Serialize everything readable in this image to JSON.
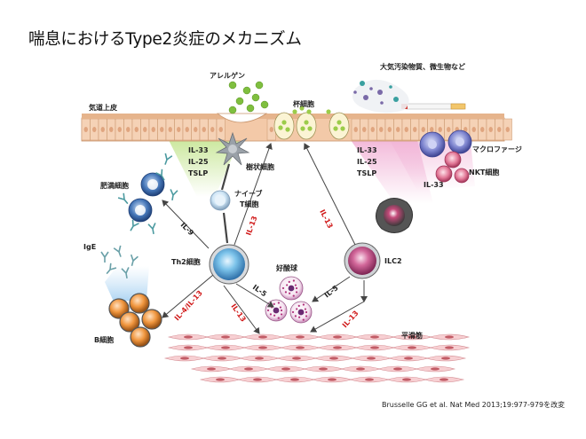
{
  "title": "喘息におけるType2炎症のメカニズム",
  "citation": "Brusselle GG et al. Nat Med 2013;19:977-979を改変",
  "labels": {
    "epithelium": "気道上皮",
    "allergen": "アレルゲン",
    "goblet": "杯細胞",
    "pollutants": "大気汚染物質、微生物など",
    "dendritic": "樹状細胞",
    "naive_line1": "ナイーブ",
    "naive_line2": "T細胞",
    "mast": "肥満細胞",
    "ige": "IgE",
    "th2": "Th2細胞",
    "ilc2": "ILC2",
    "eosinophil": "好酸球",
    "bcell": "B細胞",
    "smooth": "平滑筋",
    "macrophage": "マクロファージ",
    "nkt": "NKT細胞"
  },
  "cytokines": {
    "left_il33": "IL-33",
    "left_il25": "IL-25",
    "left_tslp": "TSLP",
    "right_il33": "IL-33",
    "right_il25": "IL-25",
    "right_tslp": "TSLP",
    "nkt_il33": "IL-33",
    "il9": "IL-9",
    "il13_th2_up": "IL-13",
    "il13_ilc2_up": "IL-13",
    "il4_il13": "IL-4/IL-13",
    "il13_th2_down": "IL-13",
    "il5_th2": "IL-5",
    "il5_ilc2": "IL-5",
    "il13_ilc2_down": "IL-13"
  },
  "colors": {
    "red_text": "#d01818",
    "epithelium": "#f3c9a8",
    "th2": "#5aa6d6",
    "ilc2": "#c44a7a",
    "green_glow": "#c9e79a",
    "pink_glow": "#f2b6d8"
  }
}
